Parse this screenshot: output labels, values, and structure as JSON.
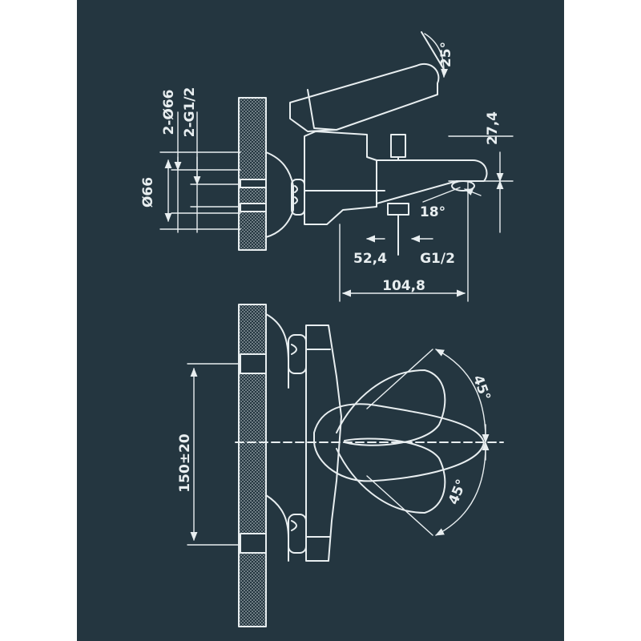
{
  "drawing": {
    "background_color": "#243640",
    "line_color": "#e8eef0",
    "dimensions": {
      "outlet_angle": "25°",
      "double_diameter": "2-Ø66",
      "double_thread": "2-G1/2",
      "diameter": "Ø66",
      "height": "27,4",
      "spout_angle": "18°",
      "offset": "52,4",
      "diverter_thread": "G1/2",
      "depth": "104,8",
      "centres": "150±20",
      "rotation_up": "45°",
      "rotation_down": "45°"
    }
  }
}
